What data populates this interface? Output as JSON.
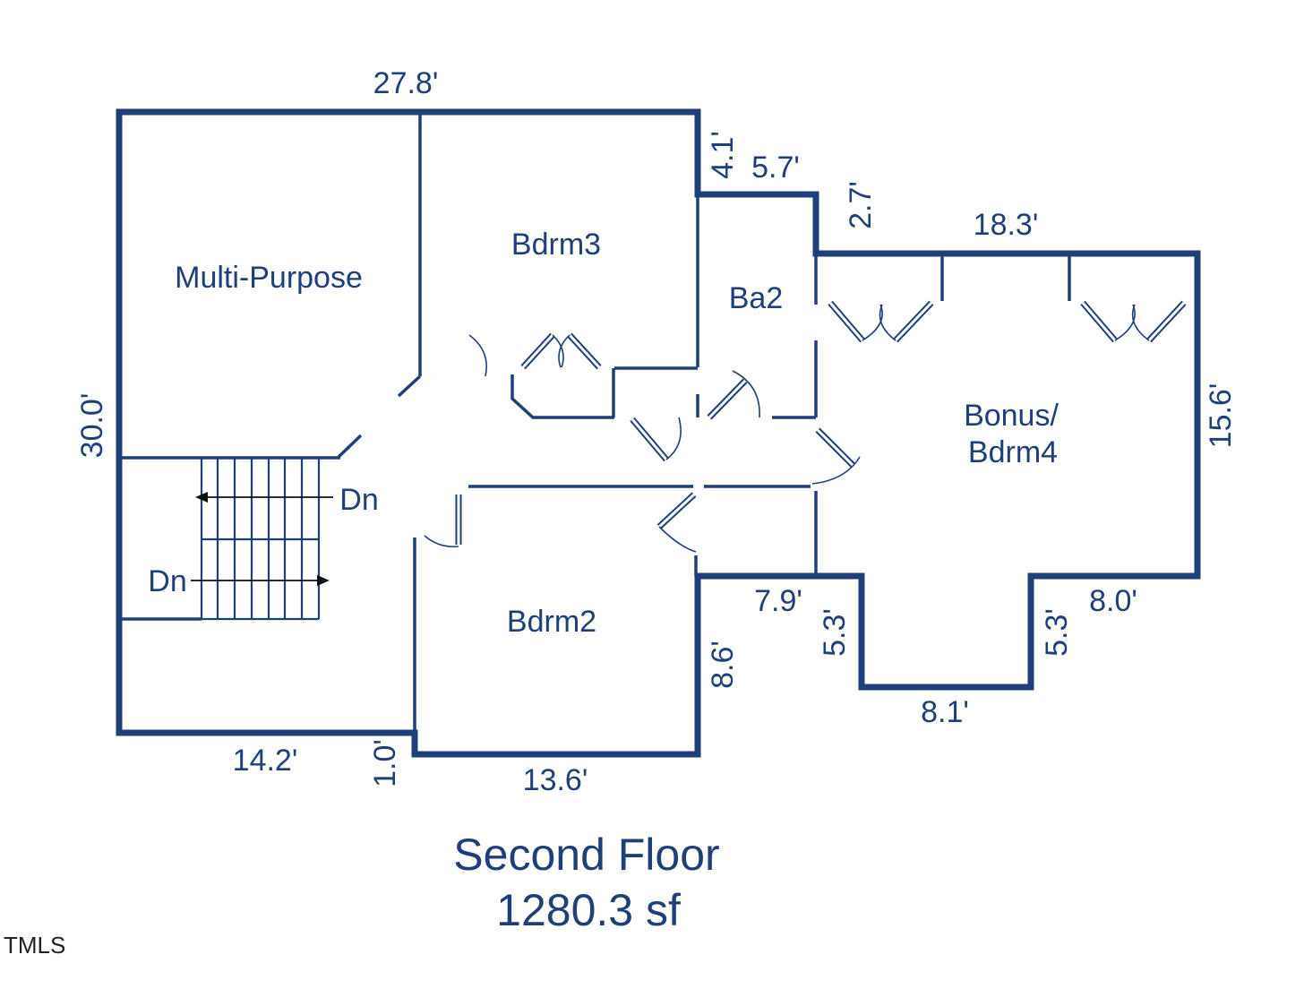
{
  "plan": {
    "title": "Second Floor",
    "area": "1280.3 sf",
    "watermark": "TMLS",
    "rooms": {
      "multi_purpose": "Multi-Purpose",
      "bdrm3": "Bdrm3",
      "ba2": "Ba2",
      "bonus_line1": "Bonus/",
      "bonus_line2": "Bdrm4",
      "bdrm2": "Bdrm2"
    },
    "stairs": {
      "upper_label": "Dn",
      "lower_label": "Dn"
    },
    "dimensions": {
      "top_width": "27.8'",
      "left_height": "30.0'",
      "step_4_1": "4.1'",
      "step_5_7": "5.7'",
      "step_2_7": "2.7'",
      "bonus_width": "18.3'",
      "right_height": "15.6'",
      "notch_7_9": "7.9'",
      "notch_5_3_left": "5.3'",
      "notch_8_1": "8.1'",
      "notch_5_3_right": "5.3'",
      "notch_8_0": "8.0'",
      "bdrm2_side": "8.6'",
      "bdrm2_width": "13.6'",
      "bottom_left": "14.2'",
      "step_1_0": "1.0'"
    }
  }
}
